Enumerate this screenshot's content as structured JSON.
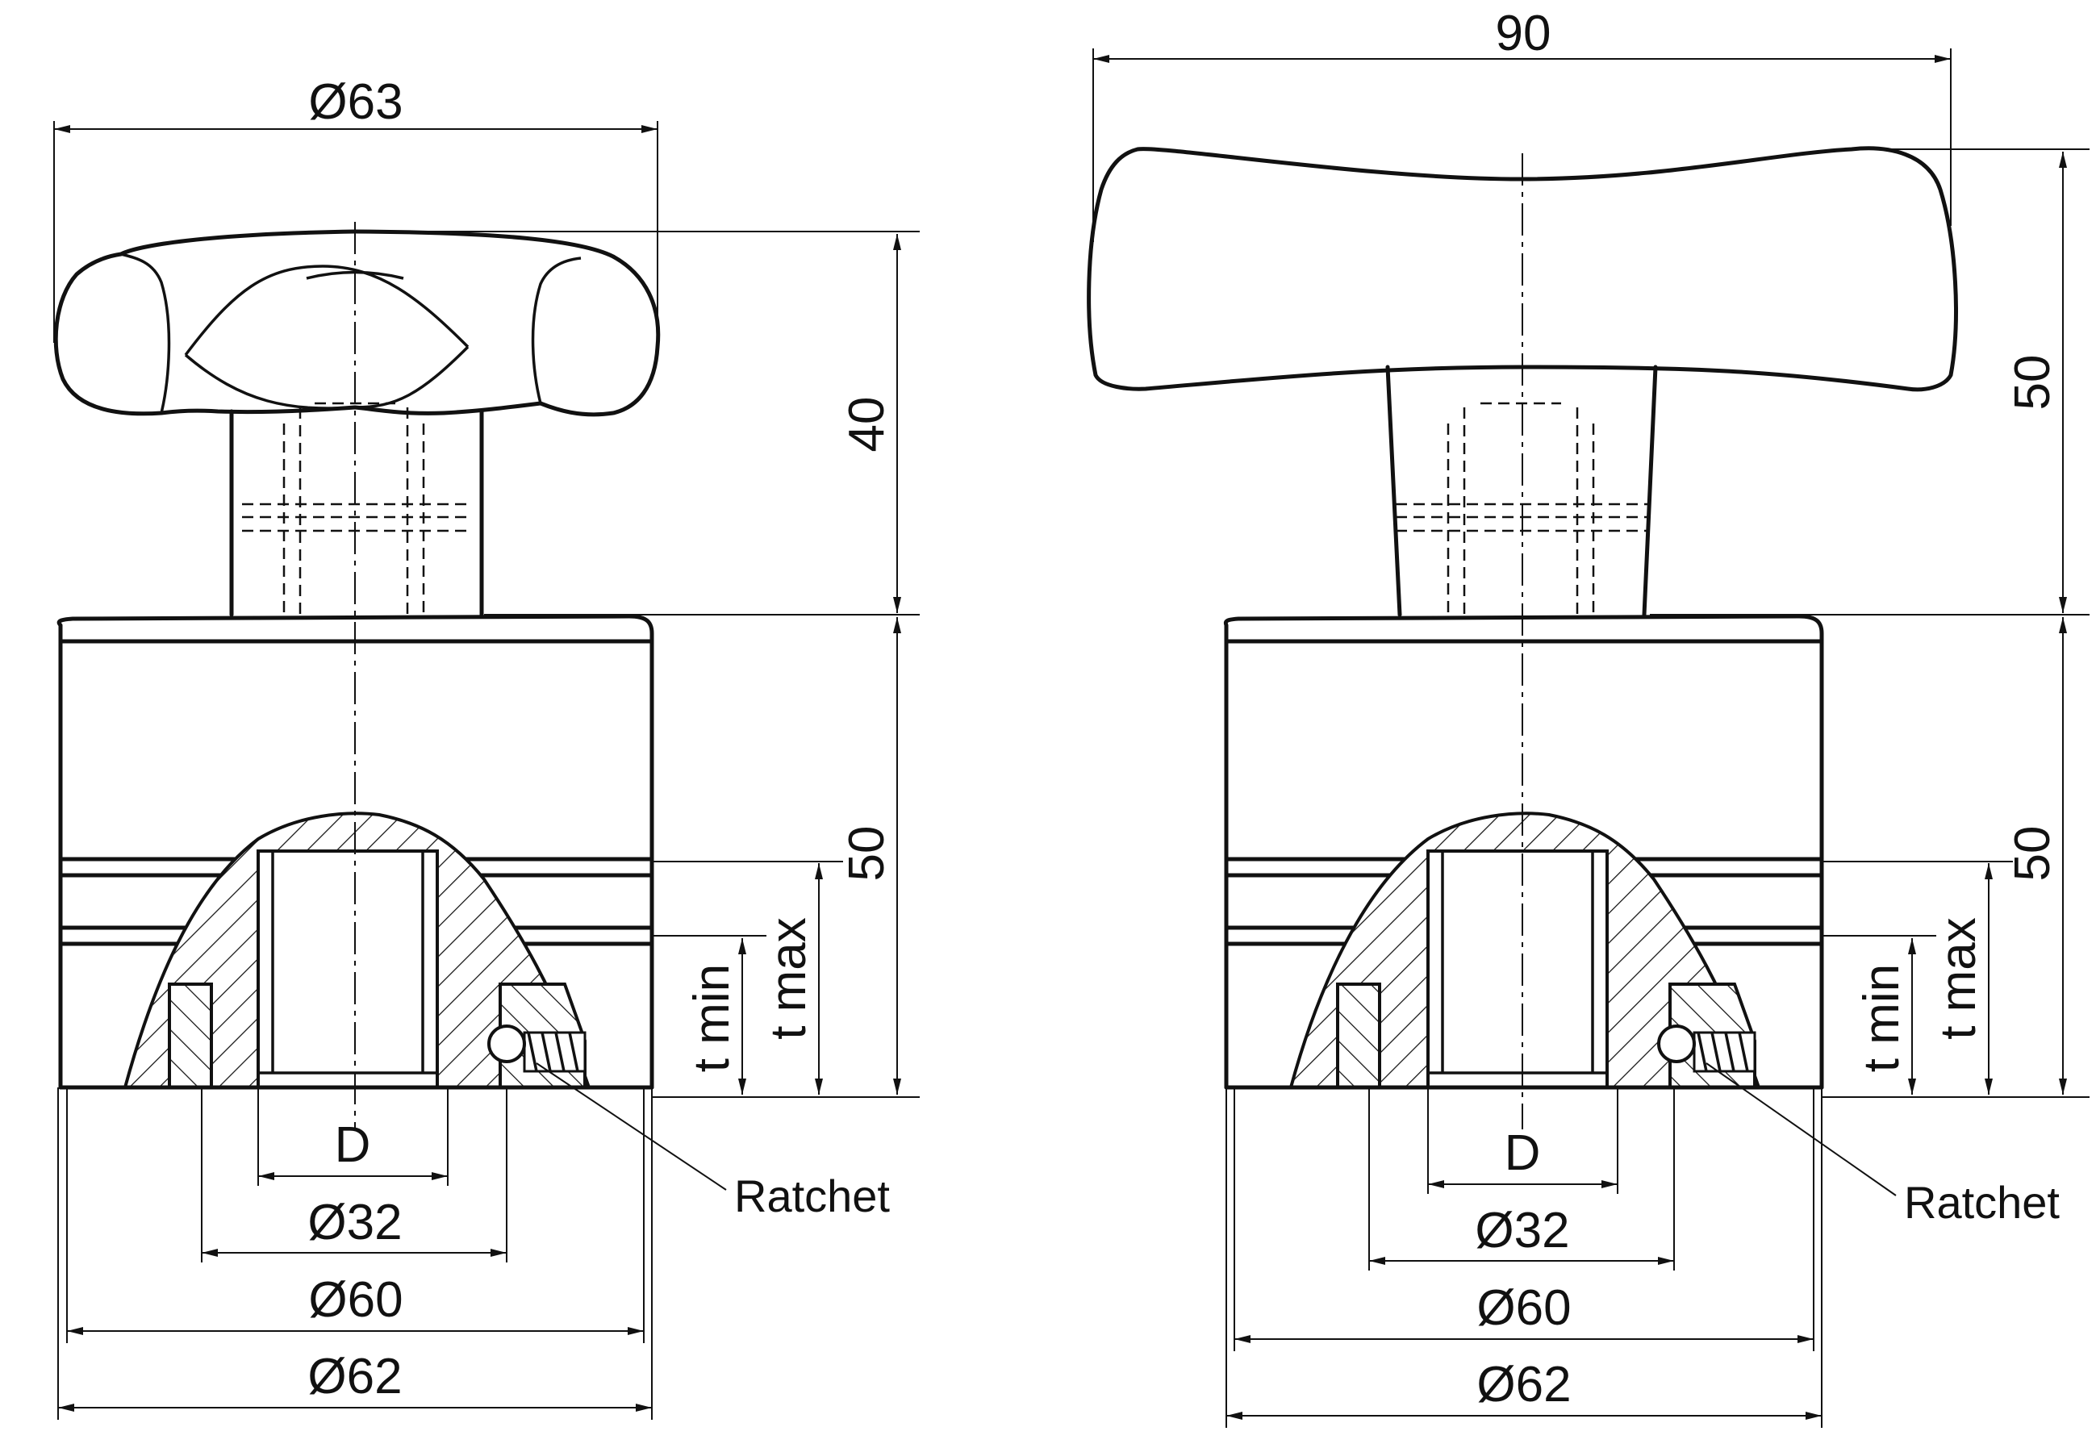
{
  "left_view": {
    "dim_knob_dia": "Ø63",
    "dim_knob_height": "40",
    "dim_body_height": "50",
    "dim_t_max": "t max",
    "dim_t_min": "t min",
    "dim_bore": "D",
    "dim_dia_32": "Ø32",
    "dim_dia_60": "Ø60",
    "dim_dia_62": "Ø62",
    "label_ratchet": "Ratchet"
  },
  "right_view": {
    "dim_handle_width": "90",
    "dim_handle_height": "50",
    "dim_body_height": "50",
    "dim_t_max": "t max",
    "dim_t_min": "t min",
    "dim_bore": "D",
    "dim_dia_32": "Ø32",
    "dim_dia_60": "Ø60",
    "dim_dia_62": "Ø62",
    "label_ratchet": "Ratchet"
  }
}
